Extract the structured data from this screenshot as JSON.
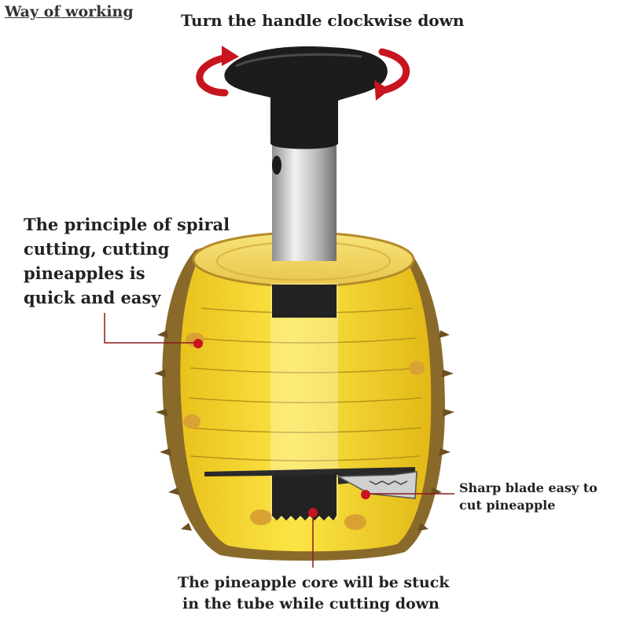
{
  "header": {
    "heading": "Way of working",
    "title": "Turn the handle clockwise down"
  },
  "annotations": {
    "principle_lines": [
      "The principle of spiral",
      "cutting, cutting",
      "pineapples is",
      "quick and easy"
    ],
    "blade_lines": [
      "Sharp blade easy to",
      "cut pineapple"
    ],
    "core_lines": [
      "The pineapple core will be stuck",
      "in the tube while cutting down"
    ]
  },
  "colors": {
    "accent": "#c8141e",
    "pineapple": "#f6dc2a",
    "handle": "#1c1c1c",
    "steel": "#c9c9c9",
    "crust": "#8a6a2a"
  },
  "icons": [
    "rotate-left-arrow-icon",
    "rotate-right-arrow-icon",
    "pineapple-slicer-illustration"
  ]
}
